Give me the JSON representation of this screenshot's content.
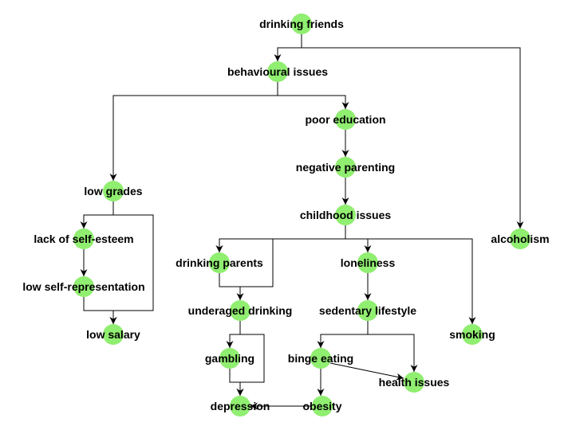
{
  "colors": {
    "node_fill": "#90ee70",
    "edge": "#000000",
    "text": "#000000",
    "background": "#ffffff"
  },
  "nodes": [
    {
      "id": "drinking_friends",
      "label": "drinking friends"
    },
    {
      "id": "behavioural_issues",
      "label": "behavioural issues"
    },
    {
      "id": "poor_education",
      "label": "poor education"
    },
    {
      "id": "negative_parenting",
      "label": "negative parenting"
    },
    {
      "id": "low_grades",
      "label": "low grades"
    },
    {
      "id": "childhood_issues",
      "label": "childhood issues"
    },
    {
      "id": "lack_of_self_esteem",
      "label": "lack of self-esteem"
    },
    {
      "id": "drinking_parents",
      "label": "drinking parents"
    },
    {
      "id": "loneliness",
      "label": "loneliness"
    },
    {
      "id": "alcoholism",
      "label": "alcoholism"
    },
    {
      "id": "low_self_representation",
      "label": "low self-representation"
    },
    {
      "id": "underaged_drinking",
      "label": "underaged drinking"
    },
    {
      "id": "sedentary_lifestyle",
      "label": "sedentary lifestyle"
    },
    {
      "id": "low_salary",
      "label": "low salary"
    },
    {
      "id": "smoking",
      "label": "smoking"
    },
    {
      "id": "gambling",
      "label": "gambling"
    },
    {
      "id": "binge_eating",
      "label": "binge eating"
    },
    {
      "id": "health_issues",
      "label": "health issues"
    },
    {
      "id": "depression",
      "label": "depression"
    },
    {
      "id": "obesity",
      "label": "obesity"
    }
  ],
  "edges": [
    {
      "from": "drinking_friends",
      "to": "behavioural_issues"
    },
    {
      "from": "drinking_friends",
      "to": "alcoholism"
    },
    {
      "from": "behavioural_issues",
      "to": "low_grades"
    },
    {
      "from": "behavioural_issues",
      "to": "poor_education"
    },
    {
      "from": "poor_education",
      "to": "negative_parenting"
    },
    {
      "from": "negative_parenting",
      "to": "childhood_issues"
    },
    {
      "from": "low_grades",
      "to": "lack_of_self_esteem"
    },
    {
      "from": "low_grades",
      "to": "low_salary"
    },
    {
      "from": "lack_of_self_esteem",
      "to": "low_self_representation"
    },
    {
      "from": "low_self_representation",
      "to": "low_salary"
    },
    {
      "from": "childhood_issues",
      "to": "drinking_parents"
    },
    {
      "from": "childhood_issues",
      "to": "loneliness"
    },
    {
      "from": "childhood_issues",
      "to": "smoking"
    },
    {
      "from": "drinking_parents",
      "to": "underaged_drinking"
    },
    {
      "from": "drinking_parents",
      "to": "drinking_parents"
    },
    {
      "from": "underaged_drinking",
      "to": "gambling"
    },
    {
      "from": "underaged_drinking",
      "to": "depression"
    },
    {
      "from": "gambling",
      "to": "depression"
    },
    {
      "from": "loneliness",
      "to": "sedentary_lifestyle"
    },
    {
      "from": "sedentary_lifestyle",
      "to": "binge_eating"
    },
    {
      "from": "sedentary_lifestyle",
      "to": "health_issues"
    },
    {
      "from": "binge_eating",
      "to": "obesity"
    },
    {
      "from": "binge_eating",
      "to": "health_issues"
    },
    {
      "from": "obesity",
      "to": "depression"
    }
  ]
}
